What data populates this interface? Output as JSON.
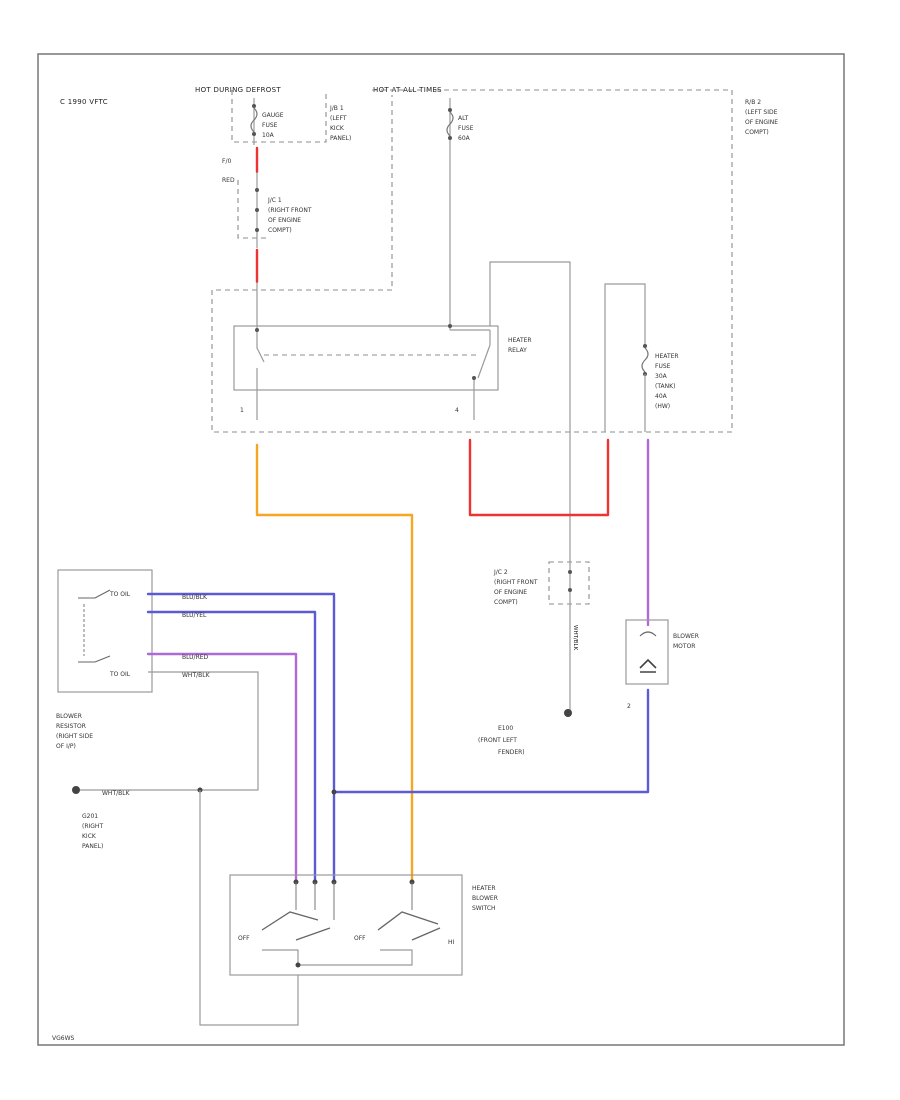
{
  "copyright": "C 1990 VFTC",
  "diagram_id": "VG6WS",
  "header_left": "HOT DURING DEFROST",
  "header_right": "HOT AT ALL TIMES",
  "labels": {
    "gauge_fuse": [
      "GAUGE",
      "FUSE",
      "10A"
    ],
    "jb1": [
      "J/B 1",
      "(LEFT",
      "KICK",
      "PANEL)"
    ],
    "fl_top": [
      "F/0",
      "RED"
    ],
    "jc1": [
      "J/C 1",
      "(RIGHT FRONT",
      "OF ENGINE",
      "COMPT)"
    ],
    "alt_fuse": [
      "ALT",
      "FUSE",
      "60A"
    ],
    "rb2": [
      "R/B 2",
      "(LEFT SIDE",
      "OF ENGINE",
      "COMPT)"
    ],
    "heater_relay": [
      "HEATER",
      "RELAY"
    ],
    "heater_fuse": [
      "HEATER",
      "FUSE",
      "30A",
      "(TANK)",
      "40A",
      "(HW)"
    ],
    "jc2": [
      "J/C 2",
      "(RIGHT FRONT",
      "OF ENGINE",
      "COMPT)"
    ],
    "blower_motor": [
      "BLOWER",
      "MOTOR"
    ],
    "blower_resistor": [
      "BLOWER",
      "RESISTOR",
      "(RIGHT SIDE",
      "OF I/P)"
    ],
    "ground_e100": [
      "E100",
      "(FRONT LEFT",
      "FENDER)"
    ],
    "ground_b2": [
      "G201",
      "(RIGHT",
      "KICK",
      "PANEL)"
    ],
    "heater_switch": [
      "HEATER",
      "BLOWER",
      "SWITCH"
    ],
    "switch_off1": "OFF",
    "switch_off2": "OFF",
    "switch_hi": "HI",
    "pin_1": "1",
    "pin_4": "4",
    "pin_2": "2"
  },
  "wires": {
    "blu_blk": "BLU/BLK",
    "blu_yel": "BLU/YEL",
    "blu_red": "BLU/RED",
    "wht_blk1": "WHT/BLK",
    "wht_blk2": "WHT/BLK",
    "wht_blk3": "WHT/BLK",
    "resistor_t1": "TO OIL",
    "resistor_t2": "TO OIL"
  },
  "colors": {
    "red": "#ee3333",
    "orange": "#f5a623",
    "blue": "#5b5bd6",
    "violet": "#b06ad8",
    "gray": "#9a9a9a"
  }
}
